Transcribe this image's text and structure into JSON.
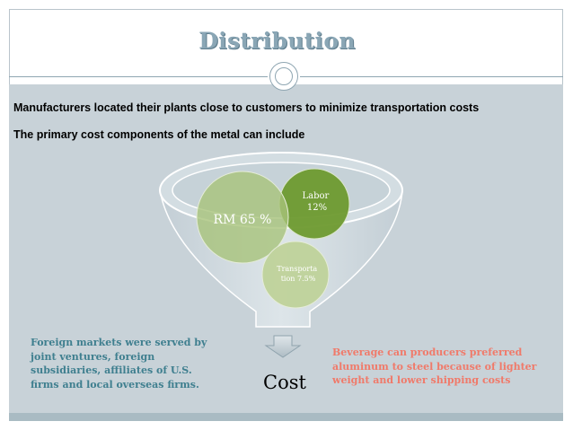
{
  "title": "Distribution",
  "bullets": [
    "Manufacturers located their plants close to customers to minimize transportation costs",
    "The primary cost components of the metal can include"
  ],
  "funnel": {
    "items": [
      {
        "label": "RM 65 %"
      },
      {
        "label_lines": [
          "Labor",
          "12%"
        ]
      },
      {
        "label_lines": [
          "Transporta",
          "tion 7.5%"
        ]
      }
    ],
    "result_label": "Cost"
  },
  "notes": {
    "left": [
      "Foreign markets were served by",
      "joint ventures, foreign",
      "subsidiaries, affiliates of U.S.",
      "firms and local overseas firms."
    ],
    "right": [
      "Beverage can producers preferred",
      "aluminum to steel because of lighter",
      "weight and lower shipping costs"
    ]
  },
  "colors": {
    "title": "#8aa6b5",
    "accent_circle": "#a8c37a",
    "labor_circle": "#6e9a2f",
    "transport_circle": "#bfd29a",
    "left_note": "#3f7f8f",
    "right_note": "#f07a6a",
    "body_background": "#c8d2d8"
  }
}
